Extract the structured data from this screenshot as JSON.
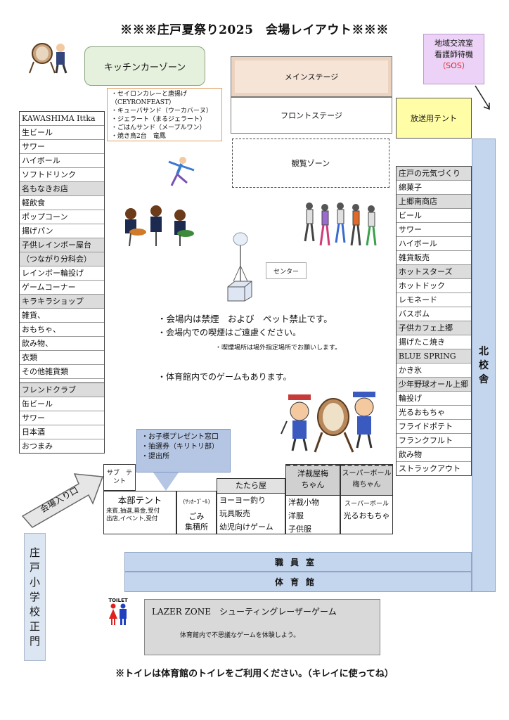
{
  "title": "※※※庄戸夏祭り2025　会場レイアウト※※※",
  "kitchen": {
    "label": "キッチンカーゾーン",
    "menu": [
      "・セイロンカレーと唐揚げ",
      "（CEYRONFEAST）",
      "・キューバサンド（ウーカバーヌ）",
      "・ジェラート（まるジェラート）",
      "・ごはんサンド（メープルワン）",
      "・焼き鳥2台　竜鳳"
    ]
  },
  "stage": {
    "main": "メインステージ",
    "front": "フロントステージ",
    "viewing": "観覧ゾーン"
  },
  "community_room": {
    "line1": "地域交流室",
    "line2": "看護師待機",
    "sos": "（SOS）"
  },
  "broadcast_tent": "放送用テント",
  "north_building": [
    "北",
    "校",
    "舎"
  ],
  "center_label": "センター",
  "left_booths": [
    {
      "text": "KAWASHIMA  Ittka",
      "head": false
    },
    {
      "text": "生ビール",
      "head": false
    },
    {
      "text": "サワー",
      "head": false
    },
    {
      "text": "ハイボール",
      "head": false
    },
    {
      "text": "ソフトドリンク",
      "head": false
    },
    {
      "text": "名もなきお店",
      "head": true
    },
    {
      "text": "軽飲食",
      "head": false
    },
    {
      "text": "ポップコーン",
      "head": false
    },
    {
      "text": "揚げパン",
      "head": false
    },
    {
      "text": "子供レインボー屋台",
      "head": true
    },
    {
      "text": "（つながり分科会）",
      "head": true
    },
    {
      "text": "レインボー輪投げ",
      "head": false
    },
    {
      "text": "ゲームコーナー",
      "head": false
    },
    {
      "text": "キラキラショップ",
      "head": true
    },
    {
      "text": "雑貨、",
      "head": false
    },
    {
      "text": "おもちゃ、",
      "head": false
    },
    {
      "text": "飲み物、",
      "head": false
    },
    {
      "text": "衣類",
      "head": false
    },
    {
      "text": "その他雑貨類",
      "head": false
    }
  ],
  "left_booths_2": [
    {
      "text": "フレンドクラブ",
      "head": true
    },
    {
      "text": "缶ビール",
      "head": false
    },
    {
      "text": "サワー",
      "head": false
    },
    {
      "text": "日本酒",
      "head": false
    },
    {
      "text": "おつまみ",
      "head": false
    }
  ],
  "right_booths": [
    {
      "text": "庄戸の元気づくり",
      "head": true
    },
    {
      "text": "綿菓子",
      "head": false
    },
    {
      "text": "上郷南商店",
      "head": true
    },
    {
      "text": "ビール",
      "head": false
    },
    {
      "text": "サワー",
      "head": false
    },
    {
      "text": "ハイボール",
      "head": false
    },
    {
      "text": "雑貨販売",
      "head": false
    },
    {
      "text": "ホットスターズ",
      "head": true
    },
    {
      "text": "ホットドック",
      "head": false
    },
    {
      "text": "レモネード",
      "head": false
    },
    {
      "text": "バスボム",
      "head": false
    },
    {
      "text": "子供カフェ上郷",
      "head": true
    },
    {
      "text": "揚げたこ焼き",
      "head": false
    },
    {
      "text": "BLUE  SPRING",
      "head": true
    },
    {
      "text": "かき氷",
      "head": false
    },
    {
      "text": "少年野球オール上郷",
      "head": true
    },
    {
      "text": "輪投げ",
      "head": false
    },
    {
      "text": "光るおもちゃ",
      "head": false
    },
    {
      "text": "フライドポテト",
      "head": false
    },
    {
      "text": "フランクフルト",
      "head": false
    },
    {
      "text": "飲み物",
      "head": false
    },
    {
      "text": "ストラックアウト",
      "head": false
    }
  ],
  "notices": {
    "line1": "・会場内は禁煙　および　ペット禁止です。",
    "line2": "・会場内での喫煙はご遠慮ください。",
    "line3": "・喫煙場所は場外指定場所でお願いします。",
    "line4": "・体育館内でのゲームもあります。"
  },
  "kids_window": {
    "line1": "・お子様プレゼント窓口",
    "line2": "・抽選券（キリトリ部）",
    "line3": "・提出所"
  },
  "sub_tent": "サブ　テント",
  "hq_tent": {
    "title": "本部テント",
    "desc1": "来賓,抽選,募金,受付",
    "desc2": "出店,イベント,受付"
  },
  "soccer": {
    "label": "(ｻｯｶｰｺﾞｰﾙ)",
    "line1": "ごみ",
    "line2": "集積所"
  },
  "tatara": {
    "name": "たたら屋",
    "items": [
      "ヨーヨー釣り",
      "玩具販売",
      "幼児向けゲーム"
    ]
  },
  "yosai": {
    "name1": "洋裁屋梅",
    "name2": "ちゃん",
    "items": [
      "洋裁小物",
      "洋服",
      "子供服"
    ]
  },
  "superball": {
    "name1": "スーパーボール",
    "name2": "梅ちゃん",
    "item1": "スーパーボール",
    "item2": "光るおもちゃ"
  },
  "entrance": "会場入り口",
  "staff_room": "職員室",
  "gym": "体育館",
  "gate": [
    "庄",
    "戸",
    "小",
    "学",
    "校",
    "正",
    "門"
  ],
  "toilet": "TOILET",
  "laser": {
    "title": "LAZER ZONE　シューティングレーザーゲーム",
    "desc": "体育館内で不思議なゲームを体験しよう。"
  },
  "footer": "※トイレは体育館のトイレをご利用ください。（キレイに使ってね）",
  "colors": {
    "kitchen": "#e5f1dc",
    "stage": "#f6e4d6",
    "community": "#ecd2f6",
    "broadcast": "#fffda6",
    "building": "#c4d6ee",
    "kids": "#b5c6e4",
    "toilet_female": "#e02020",
    "toilet_male": "#2040c0"
  }
}
